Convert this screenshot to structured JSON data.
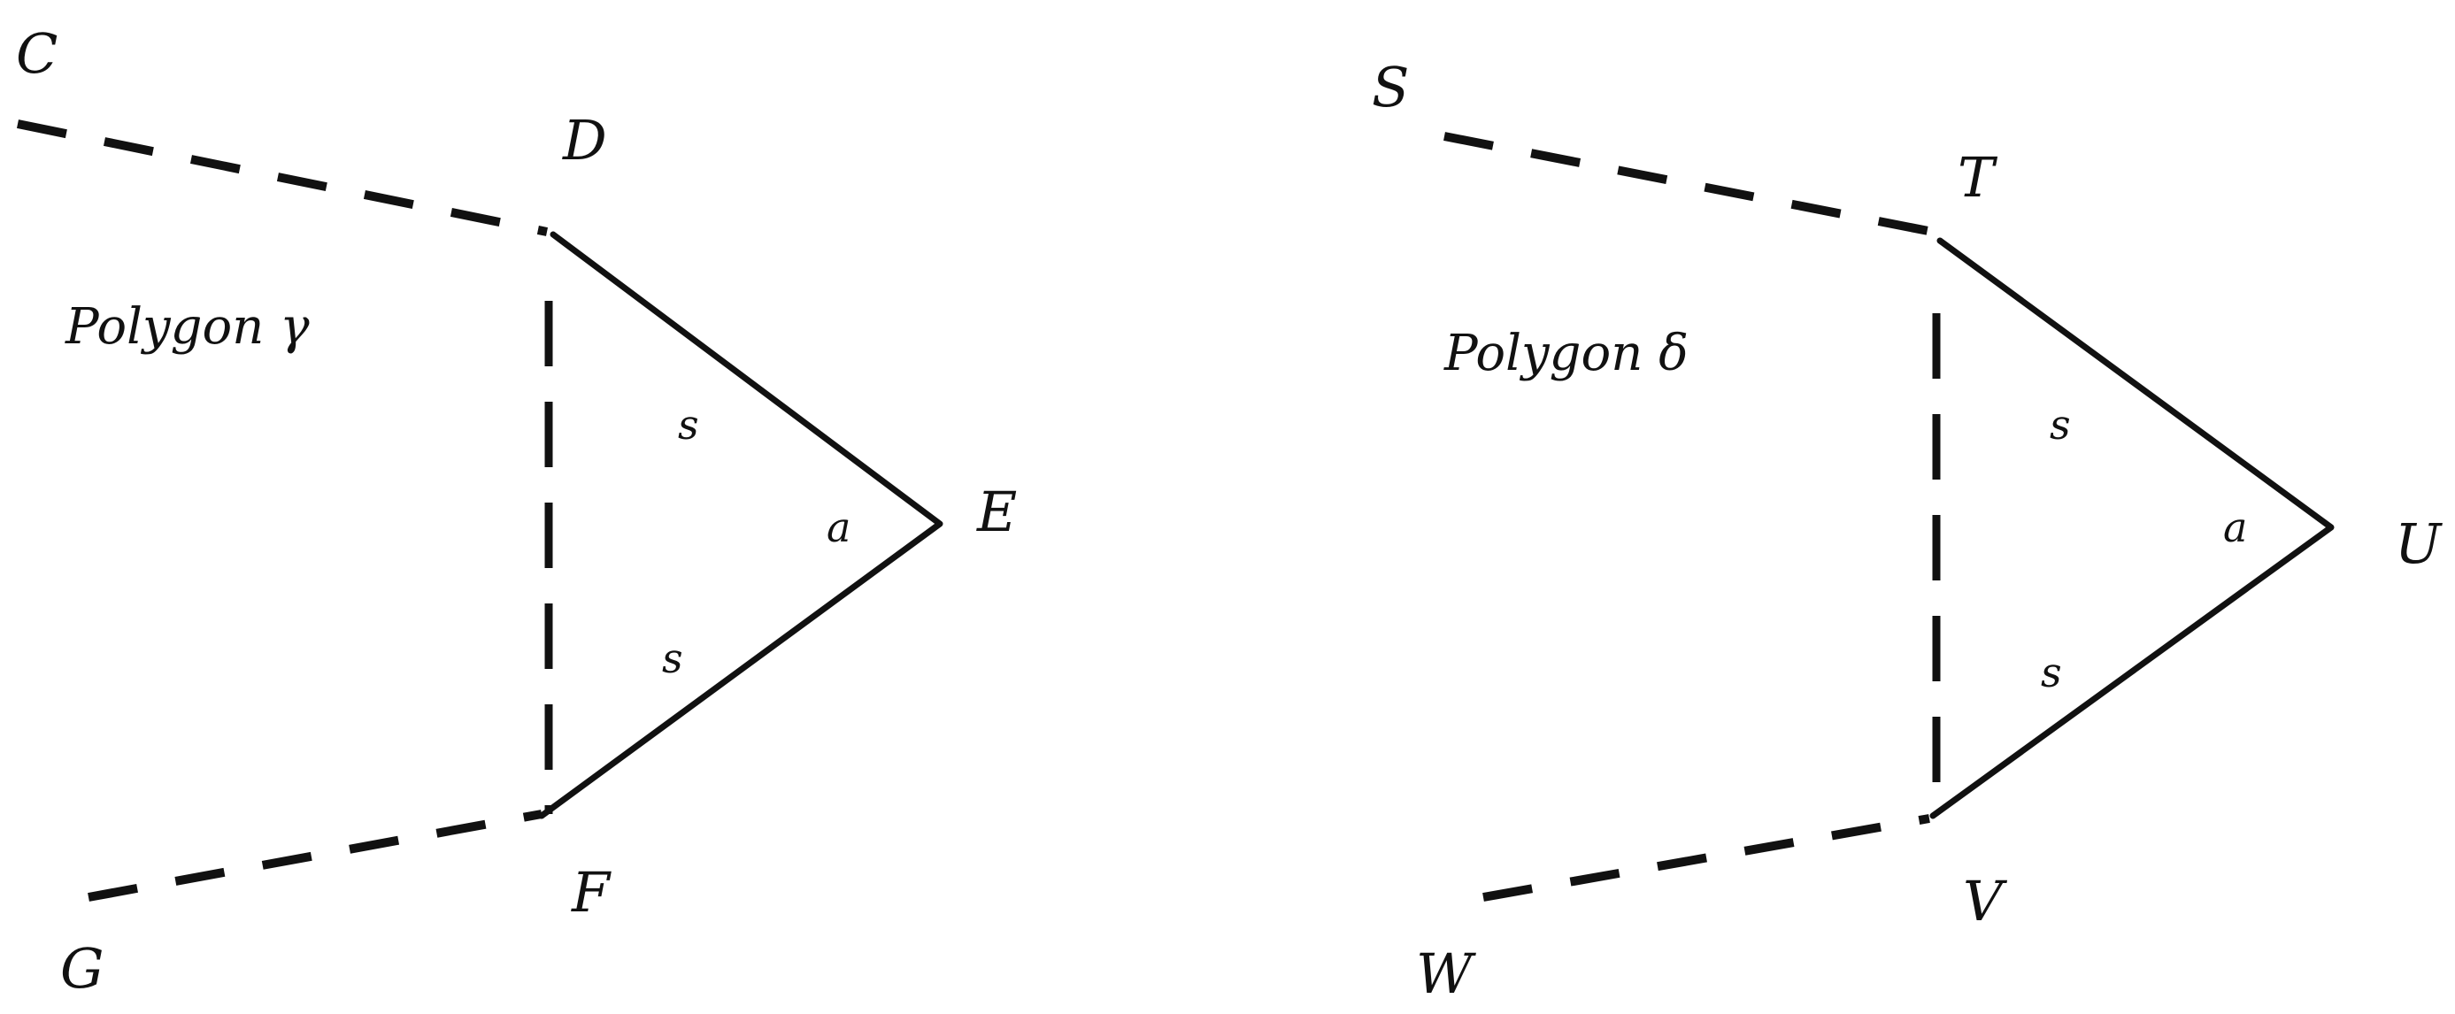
{
  "polygons": [
    {
      "name": "Polygon γ",
      "vertices": {
        "outer_top": "C",
        "top": "D",
        "apex": "E",
        "bottom": "F",
        "outer_bottom": "G"
      },
      "side_label": "s",
      "angle_label": "a"
    },
    {
      "name": "Polygon δ",
      "vertices": {
        "outer_top": "S",
        "top": "T",
        "apex": "U",
        "bottom": "V",
        "outer_bottom": "W"
      },
      "side_label": "s",
      "angle_label": "a"
    }
  ]
}
